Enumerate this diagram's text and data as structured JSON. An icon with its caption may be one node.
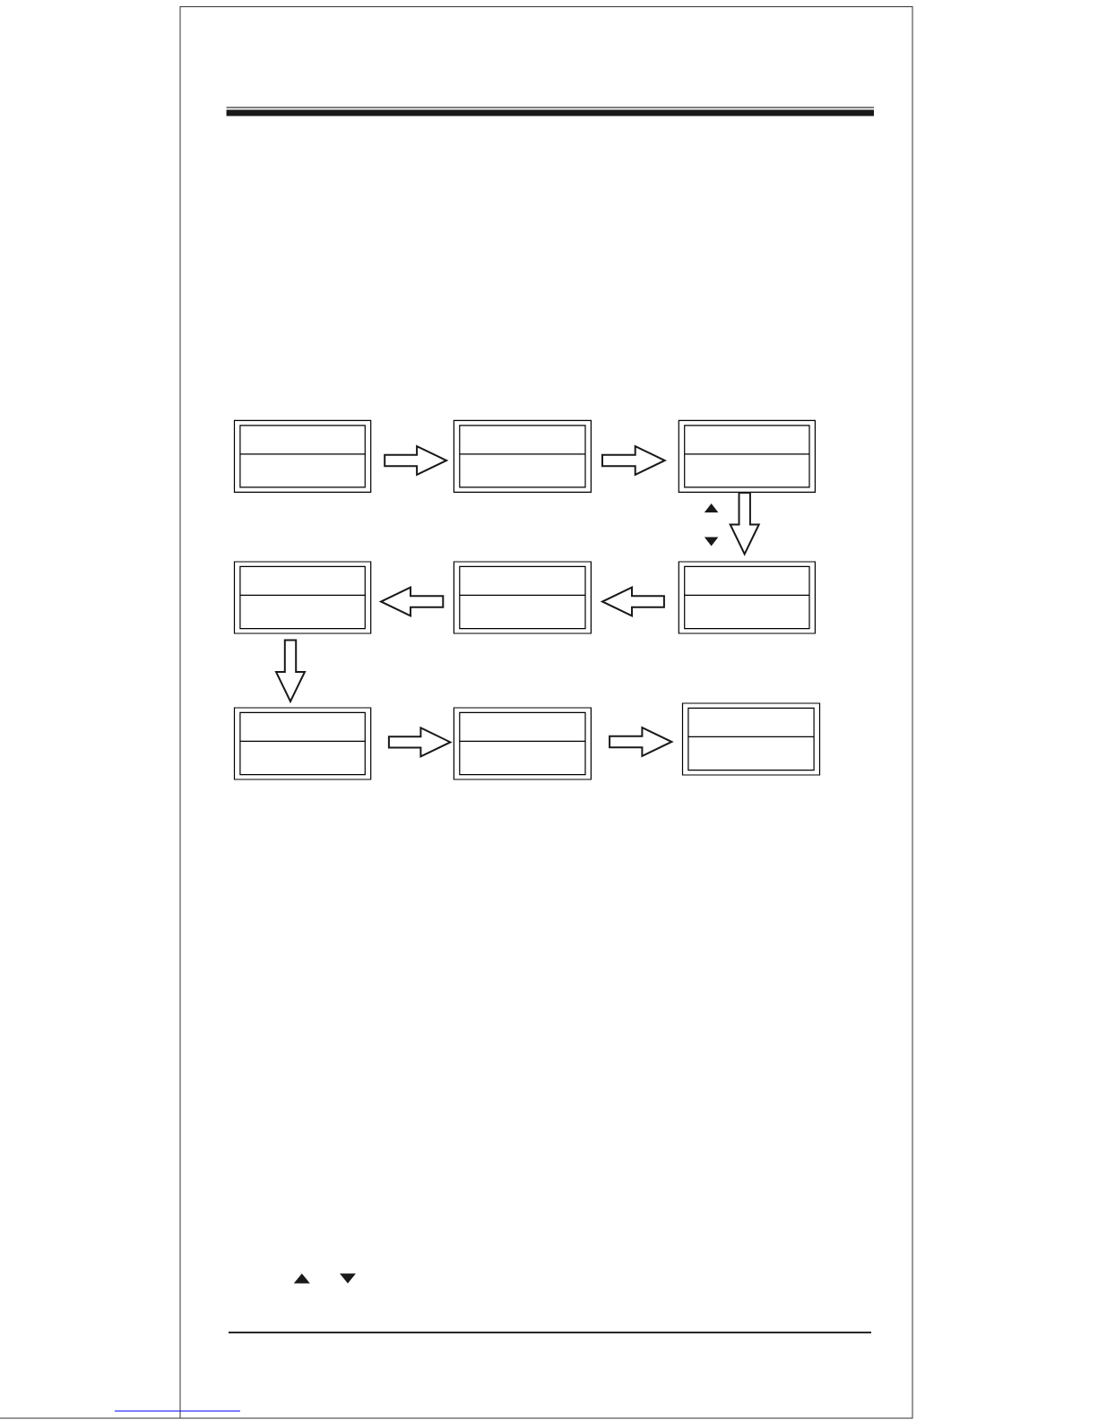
{
  "diagram": {
    "nodes": [
      {
        "text": [],
        "shape": "box"
      },
      {
        "text": [],
        "shape": "box"
      },
      {
        "text": [],
        "shape": "box"
      },
      {
        "text": [],
        "shape": "box"
      },
      {
        "text": [],
        "shape": "box"
      },
      {
        "text": [],
        "shape": "box"
      },
      {
        "text": [],
        "shape": "box"
      },
      {
        "text": [],
        "shape": "box"
      },
      {
        "text": [],
        "shape": "box"
      }
    ],
    "edges": [
      {
        "from": 0,
        "to": 1,
        "arrow": "to"
      },
      {
        "from": 1,
        "to": 2,
        "arrow": "to"
      },
      {
        "from": 2,
        "to": 5,
        "arrow": "to"
      },
      {
        "from": 5,
        "to": 4,
        "arrow": "to"
      },
      {
        "from": 4,
        "to": 3,
        "arrow": "to"
      },
      {
        "from": 3,
        "to": 6,
        "arrow": "to"
      },
      {
        "from": 6,
        "to": 7,
        "arrow": "to"
      },
      {
        "from": 7,
        "to": 8,
        "arrow": "to"
      }
    ]
  }
}
